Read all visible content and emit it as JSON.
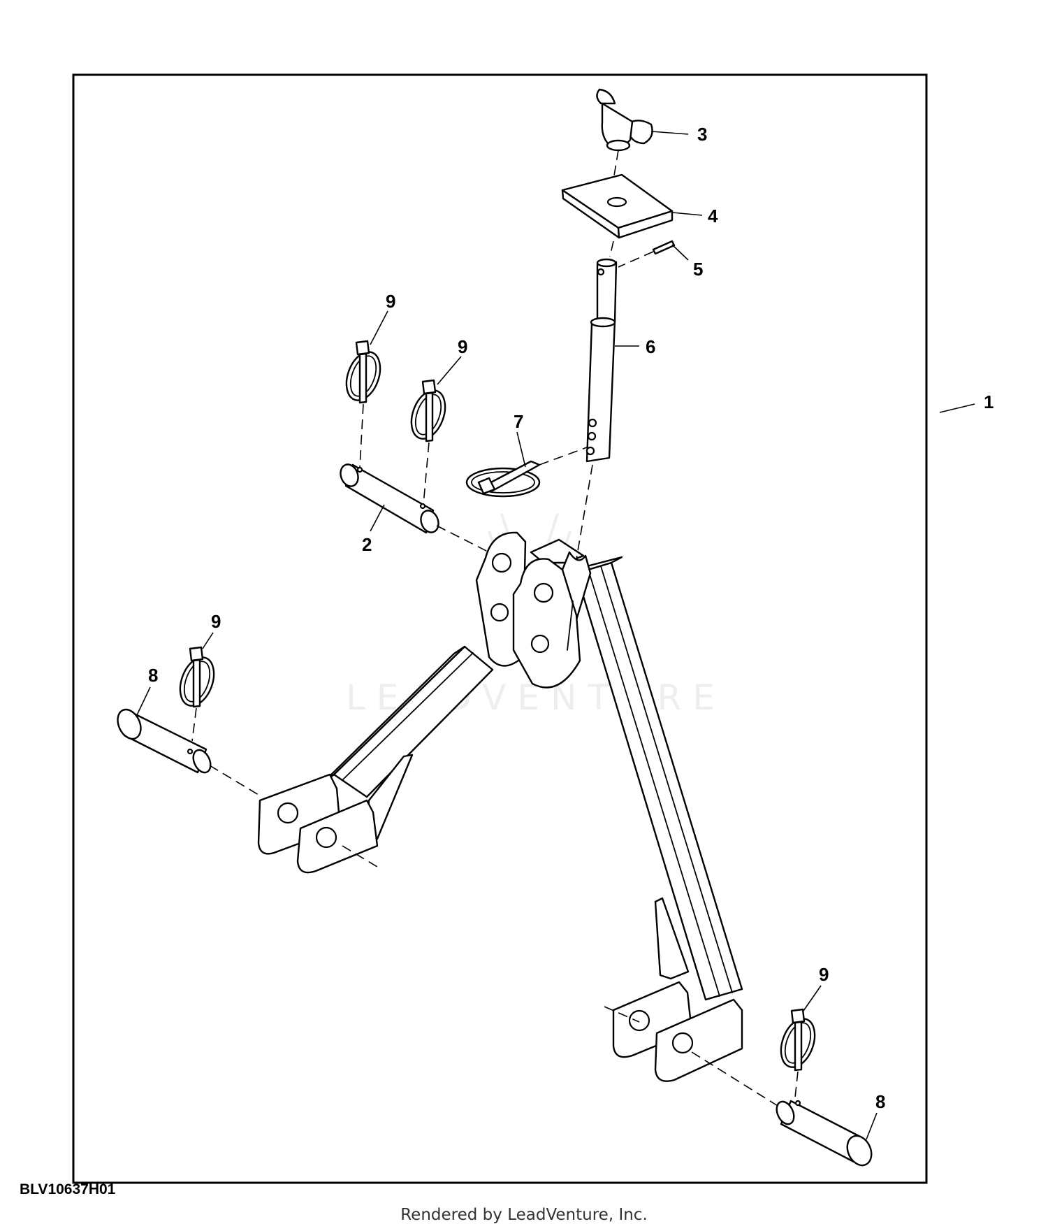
{
  "diagram": {
    "figure_id": "BLV10637H01",
    "footer": "Rendered by LeadVenture, Inc.",
    "watermark": "LEADVENTURE",
    "callouts": {
      "c1": "1",
      "c2": "2",
      "c3": "3",
      "c4": "4",
      "c5": "5",
      "c6": "6",
      "c7": "7",
      "c8a": "8",
      "c8b": "8",
      "c9a": "9",
      "c9b": "9",
      "c9c": "9",
      "c9d": "9"
    }
  }
}
